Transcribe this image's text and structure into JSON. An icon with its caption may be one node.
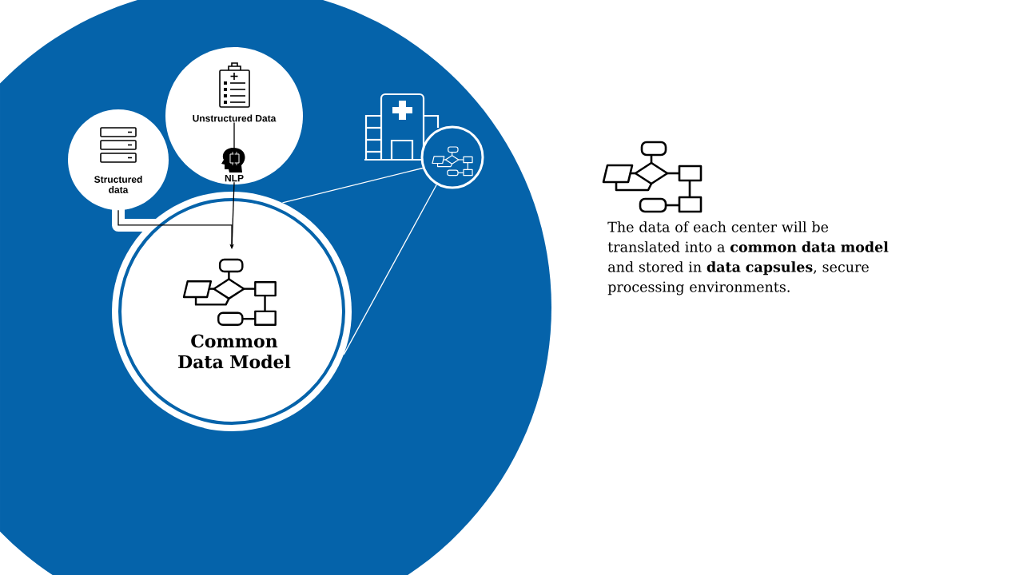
{
  "diagram": {
    "nodes": [
      {
        "text": [
          "Structured data"
        ]
      },
      {
        "text": [],
        "shape": "circle"
      },
      {
        "text": [
          "Unstructured Data"
        ],
        "in": 1
      },
      {
        "text": [
          "NLP"
        ],
        "in": 1
      },
      {
        "text": [
          "Common Data Model"
        ]
      },
      {
        "text": [],
        "shape": "circle"
      }
    ],
    "edges": [
      {
        "from": 2,
        "to": 3,
        "arrow": "to"
      },
      {
        "from": 0,
        "to": 4,
        "arrow": "to"
      },
      {
        "from": 3,
        "to": 4,
        "arrow": "to"
      },
      {
        "from": 5,
        "to": 4,
        "arrow": "none",
        "color": "#ffffff"
      },
      {
        "from": 5,
        "to": 4,
        "arrow": "none",
        "color": "#ffffff"
      }
    ],
    "labels": [
      "The data of each center will be translated into a **common data model** and stored in **data capsules**, secure processing environments."
    ]
  }
}
